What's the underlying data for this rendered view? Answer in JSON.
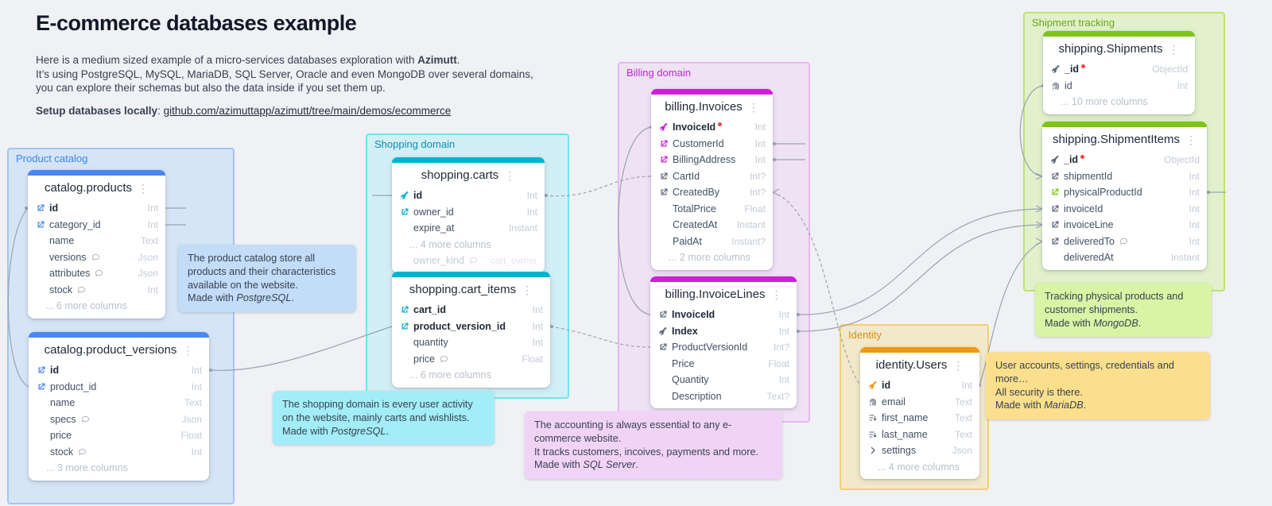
{
  "header": {
    "title": "E-commerce databases example",
    "intro": {
      "line1_prefix": "Here is a medium sized example of a micro-services databases exploration with ",
      "line1_bold": "Azimutt",
      "line1_suffix": ".",
      "line2": "It’s using PostgreSQL, MySQL, MariaDB, SQL Server, Oracle and even MongoDB over several domains,",
      "line3": "you can explore their schemas but also the data inside if you set them up."
    },
    "setup": {
      "label": "Setup databases locally",
      "separator": ": ",
      "link": "github.com/azimuttapp/azimutt/tree/main/demos/ecommerce"
    }
  },
  "domains": [
    {
      "label": "Product catalog",
      "label_color": "#3b82f6",
      "bg": "rgba(147,197,253,0.28)",
      "border": "#a3c5f5"
    },
    {
      "label": "Shopping domain",
      "label_color": "#0891b2",
      "bg": "rgba(103,232,249,0.22)",
      "border": "#72e3f3"
    },
    {
      "label": "Billing domain",
      "label_color": "#c026d3",
      "bg": "rgba(240,171,252,0.22)",
      "border": "#eab5f4"
    },
    {
      "label": "Identity",
      "label_color": "#df8a10",
      "bg": "rgba(252,211,77,0.24)",
      "border": "#f2cf70"
    },
    {
      "label": "Shipment tracking",
      "label_color": "#68a614",
      "bg": "rgba(190,242,100,0.28)",
      "border": "#bfe568"
    }
  ],
  "tables": [
    {
      "name": "catalog.products",
      "accent": "#4b87f2",
      "menu_icon": "dots-vertical",
      "columns": [
        {
          "name": "id",
          "type": "Int",
          "icon": "link",
          "tone": "accent",
          "bold": true
        },
        {
          "name": "category_id",
          "type": "Int",
          "icon": "link",
          "tone": "accent"
        },
        {
          "name": "name",
          "type": "Text"
        },
        {
          "name": "versions",
          "type": "Json",
          "comment": true
        },
        {
          "name": "attributes",
          "type": "Json",
          "comment": true
        },
        {
          "name": "stock",
          "type": "Int",
          "comment": true
        },
        {
          "more": "... 6 more columns"
        }
      ]
    },
    {
      "name": "catalog.product_versions",
      "accent": "#4b87f2",
      "menu_icon": "dots-vertical",
      "columns": [
        {
          "name": "id",
          "type": "Int",
          "icon": "link",
          "tone": "accent",
          "bold": true
        },
        {
          "name": "product_id",
          "type": "Int",
          "icon": "link",
          "tone": "accent"
        },
        {
          "name": "name",
          "type": "Text"
        },
        {
          "name": "specs",
          "type": "Json",
          "comment": true
        },
        {
          "name": "price",
          "type": "Float"
        },
        {
          "name": "stock",
          "type": "Int",
          "comment": true
        },
        {
          "more": "... 3 more columns"
        }
      ]
    },
    {
      "name": "shopping.carts",
      "accent": "#00b4cf",
      "menu_icon": "dots-vertical",
      "columns": [
        {
          "name": "id",
          "type": "Int",
          "icon": "key",
          "tone": "accent",
          "bold": true
        },
        {
          "name": "owner_id",
          "type": "Int",
          "icon": "link",
          "tone": "accent"
        },
        {
          "name": "expire_at",
          "type": "Instant"
        },
        {
          "more": "... 4 more columns"
        },
        {
          "name": "owner_kind",
          "type": "cart_owner",
          "comment": true,
          "faded": true
        }
      ]
    },
    {
      "name": "shopping.cart_items",
      "accent": "#00b4cf",
      "menu_icon": "dots-vertical",
      "columns": [
        {
          "name": "cart_id",
          "type": "Int",
          "icon": "link",
          "tone": "accent",
          "bold": true
        },
        {
          "name": "product_version_id",
          "type": "Int",
          "icon": "link",
          "tone": "accent",
          "bold": true
        },
        {
          "name": "quantity",
          "type": "Int"
        },
        {
          "name": "price",
          "type": "Float",
          "comment": true
        },
        {
          "more": "... 6 more columns"
        }
      ]
    },
    {
      "name": "billing.Invoices",
      "accent": "#cd1fd8",
      "menu_icon": "dots-vertical",
      "columns": [
        {
          "name": "InvoiceId",
          "type": "Int",
          "icon": "key",
          "tone": "accent",
          "bold": true,
          "red_dot": true
        },
        {
          "name": "CustomerId",
          "type": "Int",
          "icon": "link",
          "tone": "accent"
        },
        {
          "name": "BillingAddress",
          "type": "Int",
          "icon": "link",
          "tone": "accent"
        },
        {
          "name": "CartId",
          "type": "Int?",
          "icon": "link",
          "tone": "dark"
        },
        {
          "name": "CreatedBy",
          "type": "Int?",
          "icon": "link",
          "tone": "dark"
        },
        {
          "name": "TotalPrice",
          "type": "Float"
        },
        {
          "name": "CreatedAt",
          "type": "Instant"
        },
        {
          "name": "PaidAt",
          "type": "Instant?"
        },
        {
          "more": "... 2 more columns"
        }
      ]
    },
    {
      "name": "billing.InvoiceLines",
      "accent": "#cd1fd8",
      "menu_icon": "dots-vertical",
      "columns": [
        {
          "name": "InvoiceId",
          "type": "Int",
          "icon": "link",
          "tone": "dark",
          "bold": true
        },
        {
          "name": "Index",
          "type": "Int",
          "icon": "key",
          "tone": "dark",
          "bold": true
        },
        {
          "name": "ProductVersionId",
          "type": "Int?",
          "icon": "link",
          "tone": "dark"
        },
        {
          "name": "Price",
          "type": "Float"
        },
        {
          "name": "Quantity",
          "type": "Int"
        },
        {
          "name": "Description",
          "type": "Text?"
        }
      ]
    },
    {
      "name": "identity.Users",
      "accent": "#f0960f",
      "menu_icon": "dots-vertical",
      "columns": [
        {
          "name": "id",
          "type": "Int",
          "icon": "key",
          "tone": "accent",
          "bold": true
        },
        {
          "name": "email",
          "type": "Text",
          "icon": "fingerprint",
          "tone": "dark"
        },
        {
          "name": "first_name",
          "type": "Text",
          "icon": "index",
          "tone": "dark"
        },
        {
          "name": "last_name",
          "type": "Text",
          "icon": "index",
          "tone": "dark"
        },
        {
          "name": "settings",
          "type": "Json",
          "icon": "chevron",
          "tone": "dark"
        },
        {
          "more": "... 4 more columns"
        }
      ]
    },
    {
      "name": "shipping.Shipments",
      "accent": "#7ec316",
      "menu_icon": "dots-vertical",
      "columns": [
        {
          "name": "_id",
          "type": "ObjectId",
          "icon": "key",
          "tone": "dark",
          "bold": true,
          "red_dot": true
        },
        {
          "name": "id",
          "type": "Int",
          "icon": "fingerprint",
          "tone": "dark"
        },
        {
          "more": "... 10 more columns"
        }
      ]
    },
    {
      "name": "shipping.ShipmentItems",
      "accent": "#7ec316",
      "menu_icon": "dots-vertical",
      "columns": [
        {
          "name": "_id",
          "type": "ObjectId",
          "icon": "key",
          "tone": "dark",
          "bold": true,
          "red_dot": true
        },
        {
          "name": "shipmentId",
          "type": "Int",
          "icon": "link",
          "tone": "dark"
        },
        {
          "name": "physicalProductId",
          "type": "Int",
          "icon": "link",
          "tone": "accent"
        },
        {
          "name": "invoiceId",
          "type": "Int",
          "icon": "link",
          "tone": "dark"
        },
        {
          "name": "invoiceLine",
          "type": "Int",
          "icon": "link",
          "tone": "dark"
        },
        {
          "name": "deliveredTo",
          "type": "Int",
          "icon": "link",
          "tone": "dark",
          "comment": true
        },
        {
          "name": "deliveredAt",
          "type": "Instant"
        }
      ]
    }
  ],
  "notes": [
    {
      "bg": "#c3dcf8",
      "lines": [
        "The product catalog store all products and their characteristics available on the website."
      ],
      "made_with_prefix": "Made with ",
      "db": "PostgreSQL",
      "suffix": "."
    },
    {
      "bg": "#a2edf7",
      "lines": [
        "The shopping domain is every user activity on the website, mainly carts and wishlists."
      ],
      "made_with_prefix": "Made with ",
      "db": "PostgreSQL",
      "suffix": "."
    },
    {
      "bg": "#f2d3f8",
      "lines": [
        "The accounting is always essential to any e-commerce website.",
        "It tracks customers, incoives, payments and more."
      ],
      "made_with_prefix": "Made with ",
      "db": "SQL Server",
      "suffix": "."
    },
    {
      "bg": "#fbdf8c",
      "lines": [
        "User accounts, settings, credentials and more…",
        "All security is there."
      ],
      "made_with_prefix": "Made with ",
      "db": "MariaDB",
      "suffix": "."
    },
    {
      "bg": "#d9f4a5",
      "lines": [
        "Tracking physical products and customer shipments."
      ],
      "made_with_prefix": "Made with ",
      "db": "MongoDB",
      "suffix": "."
    }
  ]
}
